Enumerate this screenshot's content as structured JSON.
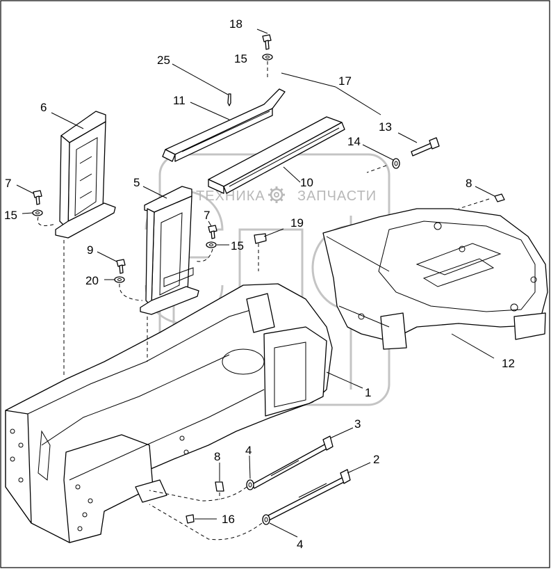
{
  "watermark": {
    "left_text": "ТЕХНИКА",
    "right_text": "ЗАПЧАСТИ",
    "gear_icon": "gear-icon",
    "logo_icon": "epf-logo-icon",
    "color": "#c4c4c4"
  },
  "callouts": [
    {
      "id": "c1",
      "label": "1"
    },
    {
      "id": "c2",
      "label": "2"
    },
    {
      "id": "c3",
      "label": "3"
    },
    {
      "id": "c4a",
      "label": "4"
    },
    {
      "id": "c4b",
      "label": "4"
    },
    {
      "id": "c5",
      "label": "5"
    },
    {
      "id": "c6",
      "label": "6"
    },
    {
      "id": "c7a",
      "label": "7"
    },
    {
      "id": "c7b",
      "label": "7"
    },
    {
      "id": "c8a",
      "label": "8"
    },
    {
      "id": "c8b",
      "label": "8"
    },
    {
      "id": "c9",
      "label": "9"
    },
    {
      "id": "c10",
      "label": "10"
    },
    {
      "id": "c11",
      "label": "11"
    },
    {
      "id": "c12",
      "label": "12"
    },
    {
      "id": "c13",
      "label": "13"
    },
    {
      "id": "c14",
      "label": "14"
    },
    {
      "id": "c15a",
      "label": "15"
    },
    {
      "id": "c15b",
      "label": "15"
    },
    {
      "id": "c15c",
      "label": "15"
    },
    {
      "id": "c16",
      "label": "16"
    },
    {
      "id": "c17",
      "label": "17"
    },
    {
      "id": "c18",
      "label": "18"
    },
    {
      "id": "c19",
      "label": "19"
    },
    {
      "id": "c20",
      "label": "20"
    },
    {
      "id": "c25",
      "label": "25"
    }
  ]
}
